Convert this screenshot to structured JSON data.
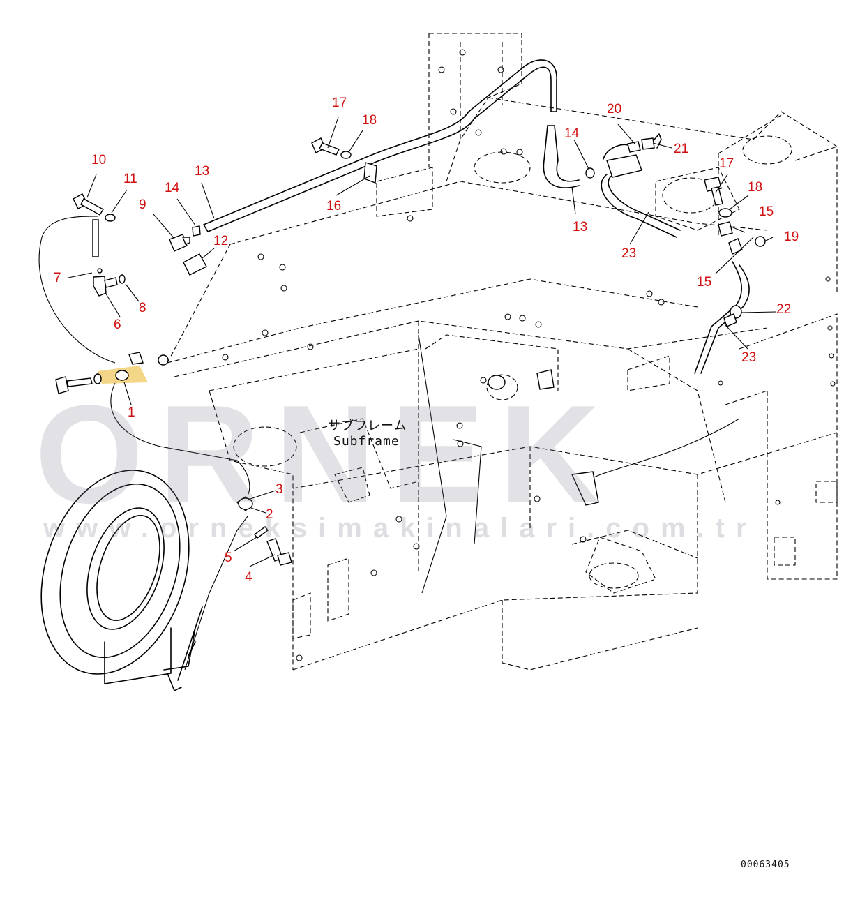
{
  "diagram": {
    "subframe_label_jp": "サブフレーム",
    "subframe_label_en": "Subframe",
    "drawing_number": "00063405",
    "watermark_main": "ORNEK",
    "watermark_url": "www.orneksimakinalari.com.tr",
    "accent_color": "#d01010",
    "line_color": "#000000",
    "watermark_color": "#b4b4c4",
    "highlight_color": "#f2d27a",
    "callouts": [
      "1",
      "2",
      "3",
      "4",
      "5",
      "6",
      "7",
      "8",
      "9",
      "10",
      "11",
      "12",
      "13",
      "13",
      "14",
      "14",
      "15",
      "15",
      "16",
      "17",
      "17",
      "18",
      "18",
      "19",
      "20",
      "21",
      "22",
      "23",
      "23"
    ]
  }
}
